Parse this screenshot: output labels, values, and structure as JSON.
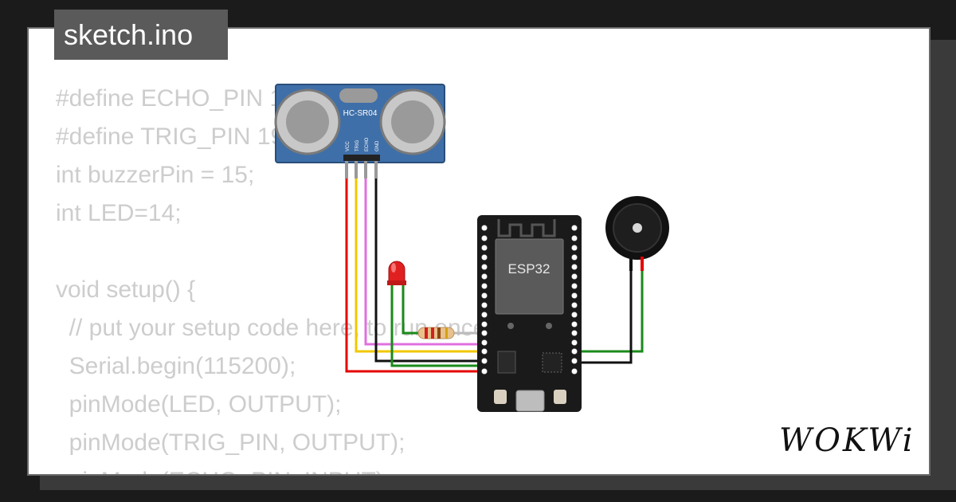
{
  "file_tab": {
    "label": "sketch.ino"
  },
  "code": {
    "lines": [
      "#define ECHO_PIN 18",
      "#define TRIG_PIN 19",
      "int buzzerPin = 15;",
      "int LED=14;",
      "",
      "void setup() {",
      "  // put your setup code here, to run once:",
      "  Serial.begin(115200);",
      "  pinMode(LED, OUTPUT);",
      "  pinMode(TRIG_PIN, OUTPUT);",
      "  pinMode(ECHO_PIN, INPUT);"
    ]
  },
  "circuit": {
    "sensor": {
      "label": "HC-SR04",
      "pins": [
        "VCC",
        "TRIG",
        "ECHO",
        "GND"
      ]
    },
    "board": {
      "label": "ESP32"
    },
    "wire_colors": {
      "red": "#e60000",
      "yellow": "#f0c800",
      "pink": "#e070e0",
      "black": "#111111",
      "green": "#1a8a1a"
    }
  },
  "brand": {
    "logo": "WOKWi"
  }
}
